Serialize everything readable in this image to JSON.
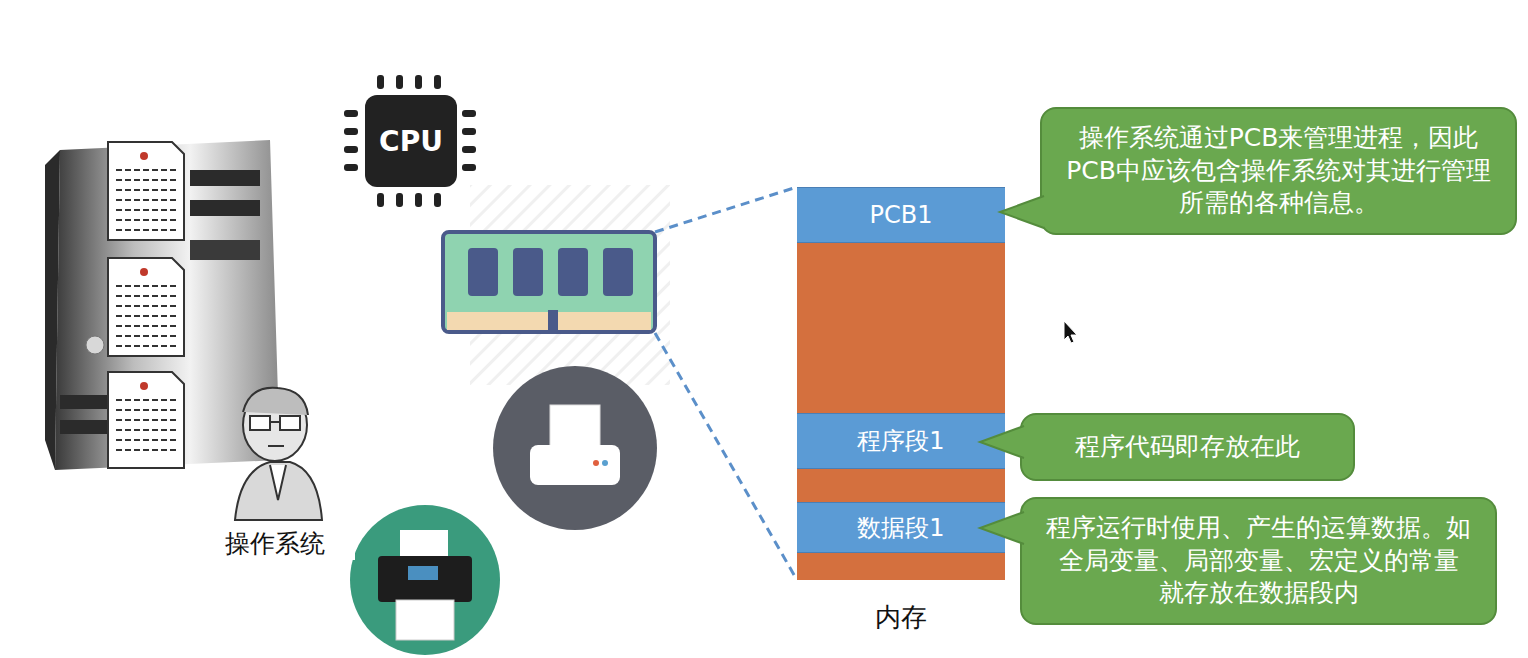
{
  "diagram": {
    "nodes": [
      {
        "text": [
          "CPU"
        ]
      },
      {
        "text": [
          "内存"
        ]
      },
      {
        "text": [
          "PCB1"
        ],
        "in": 1
      },
      {
        "text": [
          "程序段1"
        ],
        "in": 1
      },
      {
        "text": [
          "数据段1"
        ],
        "in": 1
      },
      {
        "text": [
          "操作系统通过PCB来管理进程，因此PCB中应该包含操作系统对其进行管理所需的各种信息。"
        ]
      },
      {
        "text": [
          "程序代码即存放在此"
        ]
      },
      {
        "text": [
          "程序运行时使用、产生的运算数据。如全局变量、局部变量、宏定义的常量 就存放在数据段内"
        ]
      }
    ],
    "labels": [
      "操作系统"
    ]
  }
}
